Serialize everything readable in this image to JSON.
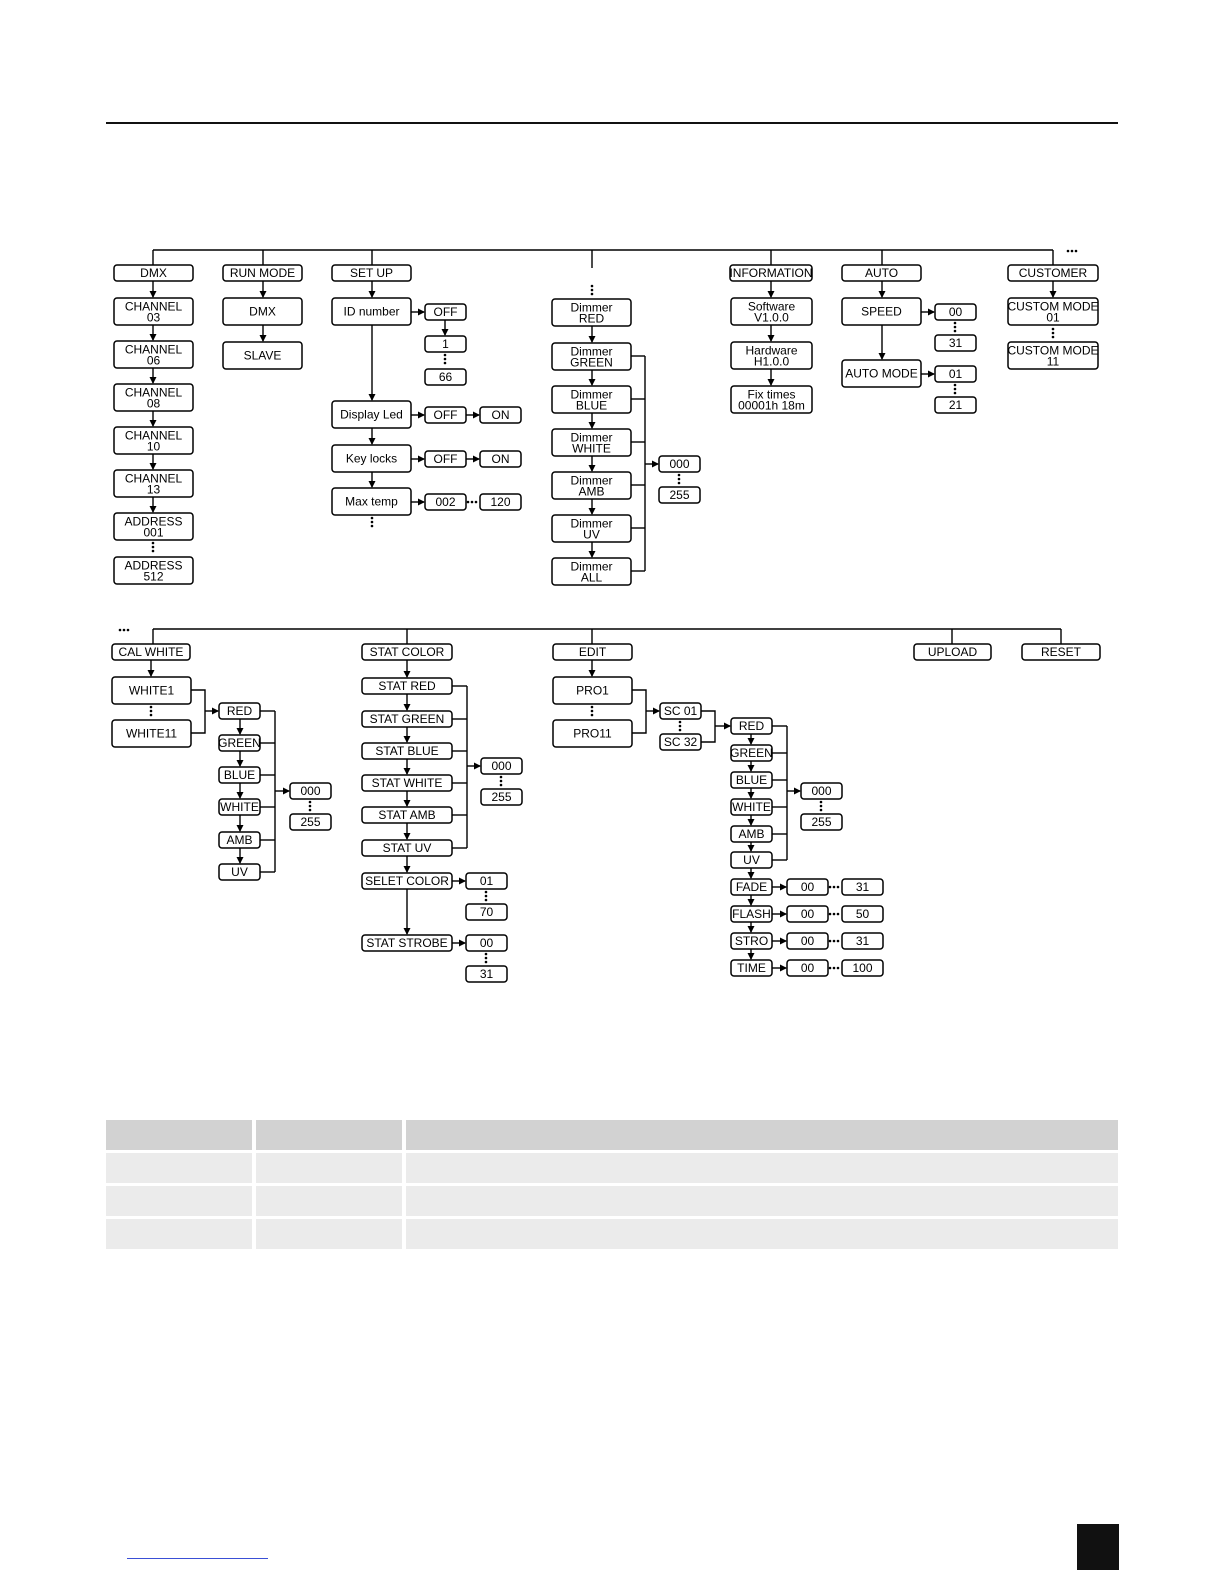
{
  "diagram": {
    "boxes": {
      "dmx": "DMX",
      "ch03a": "CHANNEL",
      "ch03b": "03",
      "ch06a": "CHANNEL",
      "ch06b": "06",
      "ch08a": "CHANNEL",
      "ch08b": "08",
      "ch10a": "CHANNEL",
      "ch10b": "10",
      "ch13a": "CHANNEL",
      "ch13b": "13",
      "addr001a": "ADDRESS",
      "addr001b": "001",
      "addr512a": "ADDRESS",
      "addr512b": "512",
      "runmode": "RUN MODE",
      "rm_dmx": "DMX",
      "rm_slave": "SLAVE",
      "setup": "SET UP",
      "idnumber": "ID number",
      "id_off": "OFF",
      "id_1": "1",
      "id_66": "66",
      "displayled": "Display Led",
      "dl_off": "OFF",
      "dl_on": "ON",
      "keylocks": "Key locks",
      "kl_off": "OFF",
      "kl_on": "ON",
      "maxtemp": "Max temp",
      "mt_002": "002",
      "mt_120": "120",
      "dim_red_a": "Dimmer",
      "dim_red_b": "RED",
      "dim_green_a": "Dimmer",
      "dim_green_b": "GREEN",
      "dim_blue_a": "Dimmer",
      "dim_blue_b": "BLUE",
      "dim_white_a": "Dimmer",
      "dim_white_b": "WHITE",
      "dim_amb_a": "Dimmer",
      "dim_amb_b": "AMB",
      "dim_uv_a": "Dimmer",
      "dim_uv_b": "UV",
      "dim_all_a": "Dimmer",
      "dim_all_b": "ALL",
      "dim_000": "000",
      "dim_255": "255",
      "information": "INFORMATION",
      "sw_a": "Software",
      "sw_b": "V1.0.0",
      "hw_a": "Hardware",
      "hw_b": "H1.0.0",
      "fix_a": "Fix times",
      "fix_b": "00001h 18m",
      "auto": "AUTO",
      "speed": "SPEED",
      "sp_00": "00",
      "sp_31": "31",
      "automode": "AUTO MODE",
      "am_01": "01",
      "am_21": "21",
      "customer": "CUSTOMER",
      "cm01a": "CUSTOM MODE",
      "cm01b": "01",
      "cm11a": "CUSTOM MODE",
      "cm11b": "11",
      "calwhite": "CAL WHITE",
      "white1": "WHITE1",
      "white11": "WHITE11",
      "cw_red": "RED",
      "cw_green": "GREEN",
      "cw_blue": "BLUE",
      "cw_white": "WHITE",
      "cw_amb": "AMB",
      "cw_uv": "UV",
      "cw_000": "000",
      "cw_255": "255",
      "statcolor": "STAT COLOR",
      "stat_red": "STAT RED",
      "stat_green": "STAT GREEN",
      "stat_blue": "STAT BLUE",
      "stat_white": "STAT WHITE",
      "stat_amb": "STAT AMB",
      "stat_uv": "STAT UV",
      "sc_000": "000",
      "sc_255": "255",
      "seletcolor": "SELET COLOR",
      "sel_01": "01",
      "sel_70": "70",
      "statstrobe": "STAT STROBE",
      "ss_00": "00",
      "ss_31": "31",
      "edit": "EDIT",
      "pro1": "PRO1",
      "pro11": "PRO11",
      "sc01": "SC 01",
      "sc32": "SC 32",
      "ed_red": "RED",
      "ed_green": "GREEN",
      "ed_blue": "BLUE",
      "ed_white": "WHITE",
      "ed_amb": "AMB",
      "ed_uv": "UV",
      "ed_000": "000",
      "ed_255": "255",
      "fade": "FADE",
      "fade_00": "00",
      "fade_31": "31",
      "flash": "FLASH",
      "flash_00": "00",
      "flash_50": "50",
      "stro": "STRO",
      "stro_00": "00",
      "stro_31": "31",
      "time": "TIME",
      "time_00": "00",
      "time_100": "100",
      "upload": "UPLOAD",
      "reset": "RESET"
    }
  },
  "table": {
    "rows": [
      [
        "",
        "",
        ""
      ],
      [
        "",
        "",
        ""
      ],
      [
        "",
        "",
        ""
      ]
    ]
  }
}
